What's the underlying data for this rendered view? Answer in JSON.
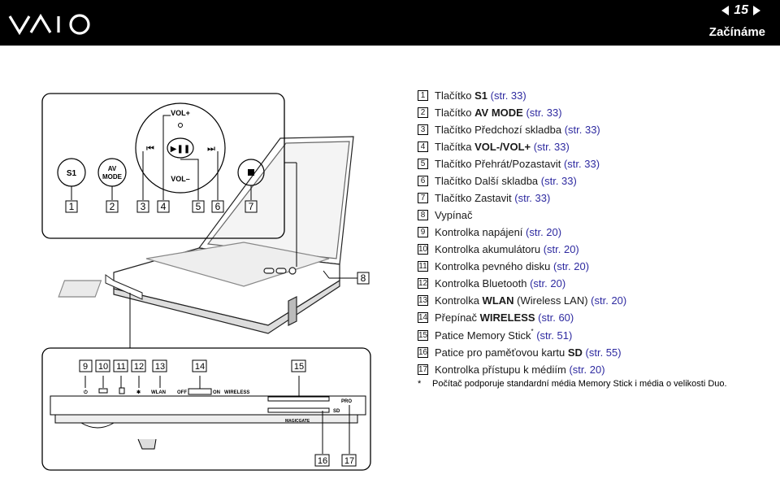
{
  "header": {
    "logo": "VAIO",
    "page_number": "15",
    "chapter": "Začínáme"
  },
  "figure": {
    "media_labels": {
      "s1": "S1",
      "av_mode": "AV\nMODE",
      "vol_plus": "VOL+",
      "vol_minus": "VOL–",
      "wlan": "WLAN",
      "off": "OFF",
      "on": "ON",
      "wireless": "WIRELESS",
      "pro": "PRO",
      "sd": "SD",
      "magicgate": "MAGICGATE"
    },
    "callouts": [
      "1",
      "2",
      "3",
      "4",
      "5",
      "6",
      "7",
      "8",
      "9",
      "10",
      "11",
      "12",
      "13",
      "14",
      "15",
      "16",
      "17"
    ]
  },
  "items": [
    {
      "n": "1",
      "pre": "Tlačítko ",
      "bold": "S1",
      "post": "",
      "ref": " (str. 33)"
    },
    {
      "n": "2",
      "pre": "Tlačítko ",
      "bold": "AV MODE",
      "post": "",
      "ref": " (str. 33)"
    },
    {
      "n": "3",
      "pre": "Tlačítko Předchozí skladba",
      "bold": "",
      "post": "",
      "ref": " (str. 33)"
    },
    {
      "n": "4",
      "pre": "Tlačítka ",
      "bold": "VOL-/VOL+",
      "post": "",
      "ref": " (str. 33)"
    },
    {
      "n": "5",
      "pre": "Tlačítko Přehrát/Pozastavit",
      "bold": "",
      "post": "",
      "ref": " (str. 33)"
    },
    {
      "n": "6",
      "pre": "Tlačítko Další skladba",
      "bold": "",
      "post": "",
      "ref": " (str. 33)"
    },
    {
      "n": "7",
      "pre": "Tlačítko Zastavit",
      "bold": "",
      "post": "",
      "ref": " (str. 33)"
    },
    {
      "n": "8",
      "pre": "Vypínač",
      "bold": "",
      "post": "",
      "ref": ""
    },
    {
      "n": "9",
      "pre": "Kontrolka napájení",
      "bold": "",
      "post": "",
      "ref": " (str. 20)"
    },
    {
      "n": "10",
      "pre": "Kontrolka akumulátoru",
      "bold": "",
      "post": "",
      "ref": " (str. 20)"
    },
    {
      "n": "11",
      "pre": "Kontrolka pevného disku",
      "bold": "",
      "post": "",
      "ref": " (str. 20)"
    },
    {
      "n": "12",
      "pre": "Kontrolka Bluetooth",
      "bold": "",
      "post": "",
      "ref": " (str. 20)"
    },
    {
      "n": "13",
      "pre": "Kontrolka ",
      "bold": "WLAN",
      "post": " (Wireless LAN)",
      "ref": " (str. 20)"
    },
    {
      "n": "14",
      "pre": "Přepínač ",
      "bold": "WIRELESS",
      "post": "",
      "ref": " (str. 60)"
    },
    {
      "n": "15",
      "pre": "Patice Memory Stick",
      "bold": "",
      "post": "",
      "sup": "*",
      "ref": " (str. 51)"
    },
    {
      "n": "16",
      "pre": "Patice pro paměťovou kartu ",
      "bold": "SD",
      "post": "",
      "ref": " (str. 55)"
    },
    {
      "n": "17",
      "pre": "Kontrolka přístupu k médiím",
      "bold": "",
      "post": "",
      "ref": " (str. 20)"
    }
  ],
  "footnote": {
    "star": "*",
    "text": "Počítač podporuje standardní média Memory Stick i média o velikosti Duo."
  },
  "colors": {
    "link": "#2e2aa0",
    "outline": "#000000",
    "header_bg": "#000000"
  }
}
